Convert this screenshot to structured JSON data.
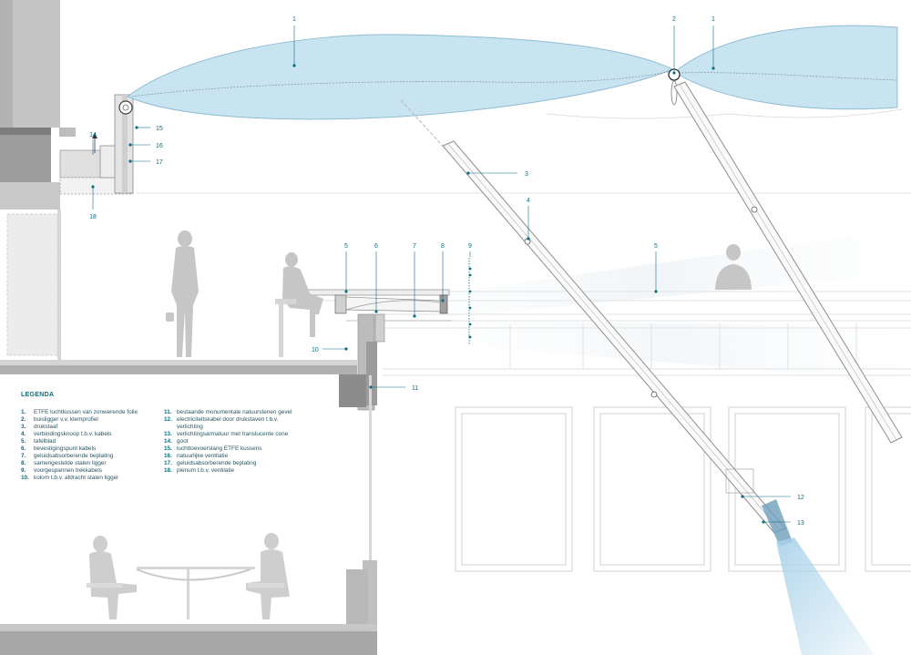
{
  "legend": {
    "title": "LEGENDA",
    "items": [
      {
        "num": "1.",
        "text": "ETFE luchtkussen van zonwerende folie"
      },
      {
        "num": "2.",
        "text": "buisligger v.v. klemprofiel"
      },
      {
        "num": "3.",
        "text": "drukstaaf"
      },
      {
        "num": "4.",
        "text": "verbindingsknoop t.b.v. kabels"
      },
      {
        "num": "5.",
        "text": "tafelblad"
      },
      {
        "num": "6.",
        "text": "bevestigingspunt kabels"
      },
      {
        "num": "7.",
        "text": "geluidsabsorberende beplating"
      },
      {
        "num": "8.",
        "text": "samengestelde stalen ligger"
      },
      {
        "num": "9.",
        "text": "voorgespannen trekkabels"
      },
      {
        "num": "10.",
        "text": "kolom t.b.v. afdracht stalen ligger"
      },
      {
        "num": "11.",
        "text": "bestaande monumentale natuurstenen gevel"
      },
      {
        "num": "12.",
        "text": "electriciteitskabel door drukstaven t.b.v. verlichting"
      },
      {
        "num": "13.",
        "text": "verlichtingsarmatuur met translucente cone"
      },
      {
        "num": "14.",
        "text": "goot"
      },
      {
        "num": "15.",
        "text": "luchttoevoerslang ETFE kussens"
      },
      {
        "num": "16.",
        "text": "natuurlijke ventilatie"
      },
      {
        "num": "17.",
        "text": "geluidsabsorberende beplating"
      },
      {
        "num": "18.",
        "text": "plenum t.b.v. ventilatie"
      }
    ]
  },
  "callouts": {
    "c1a": "1",
    "c2": "2",
    "c1b": "1",
    "c3": "3",
    "c4": "4",
    "c5a": "5",
    "c6": "6",
    "c7": "7",
    "c8": "8",
    "c9": "9",
    "c5b": "5",
    "c10": "10",
    "c11": "11",
    "c12": "12",
    "c13": "13",
    "c14": "14",
    "c15": "15",
    "c16": "16",
    "c17": "17",
    "c18": "18"
  },
  "colors": {
    "accent": "#0b6f80",
    "etfe_fill": "#c9e4f1",
    "light_beam": "#a9d2ea",
    "wall_gray": "#bdbdbd",
    "dark_gray": "#8a8a8a",
    "line_gray": "#c8c8c8"
  }
}
